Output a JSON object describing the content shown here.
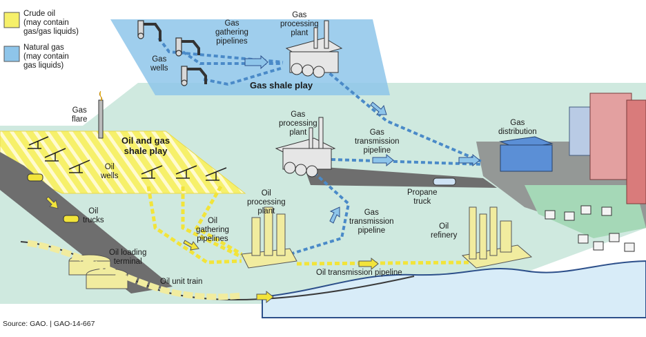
{
  "legend": [
    {
      "label": "Crude oil\n(may contain\ngas/gas liquids)",
      "color": "#f6f06a"
    },
    {
      "label": "Natural gas\n(may contain\ngas liquids)",
      "color": "#8ec5ea"
    }
  ],
  "labels": {
    "gas_wells": "Gas\nwells",
    "gas_gathering": "Gas\ngathering\npipelines",
    "gas_processing_top": "Gas\nprocessing\nplant",
    "gas_shale_play": "Gas shale play",
    "gas_flare": "Gas\nflare",
    "oil_gas_shale_play": "Oil and gas\nshale play",
    "oil_wells": "Oil\nwells",
    "gas_processing_mid": "Gas\nprocessing\nplant",
    "gas_transmission_top": "Gas\ntransmission\npipeline",
    "gas_distribution": "Gas\ndistribution",
    "propane_truck": "Propane\ntruck",
    "oil_trucks": "Oil\ntrucks",
    "oil_processing": "Oil\nprocessing\nplant",
    "oil_gathering": "Oil\ngathering\npipelines",
    "gas_transmission_mid": "Gas\ntransmission\npipeline",
    "oil_refinery": "Oil\nrefinery",
    "oil_loading": "Oil loading\nterminal",
    "oil_transmission": "Oil transmission pipeline",
    "oil_unit_train": "Oil unit train"
  },
  "footer": "Source: GAO.  |  GAO-14-667",
  "colors": {
    "oil": "#f6f06a",
    "gas": "#8ec5ea",
    "ground": "#cfe9df",
    "road": "#6e6e6e",
    "water": "#d8ecf8"
  }
}
